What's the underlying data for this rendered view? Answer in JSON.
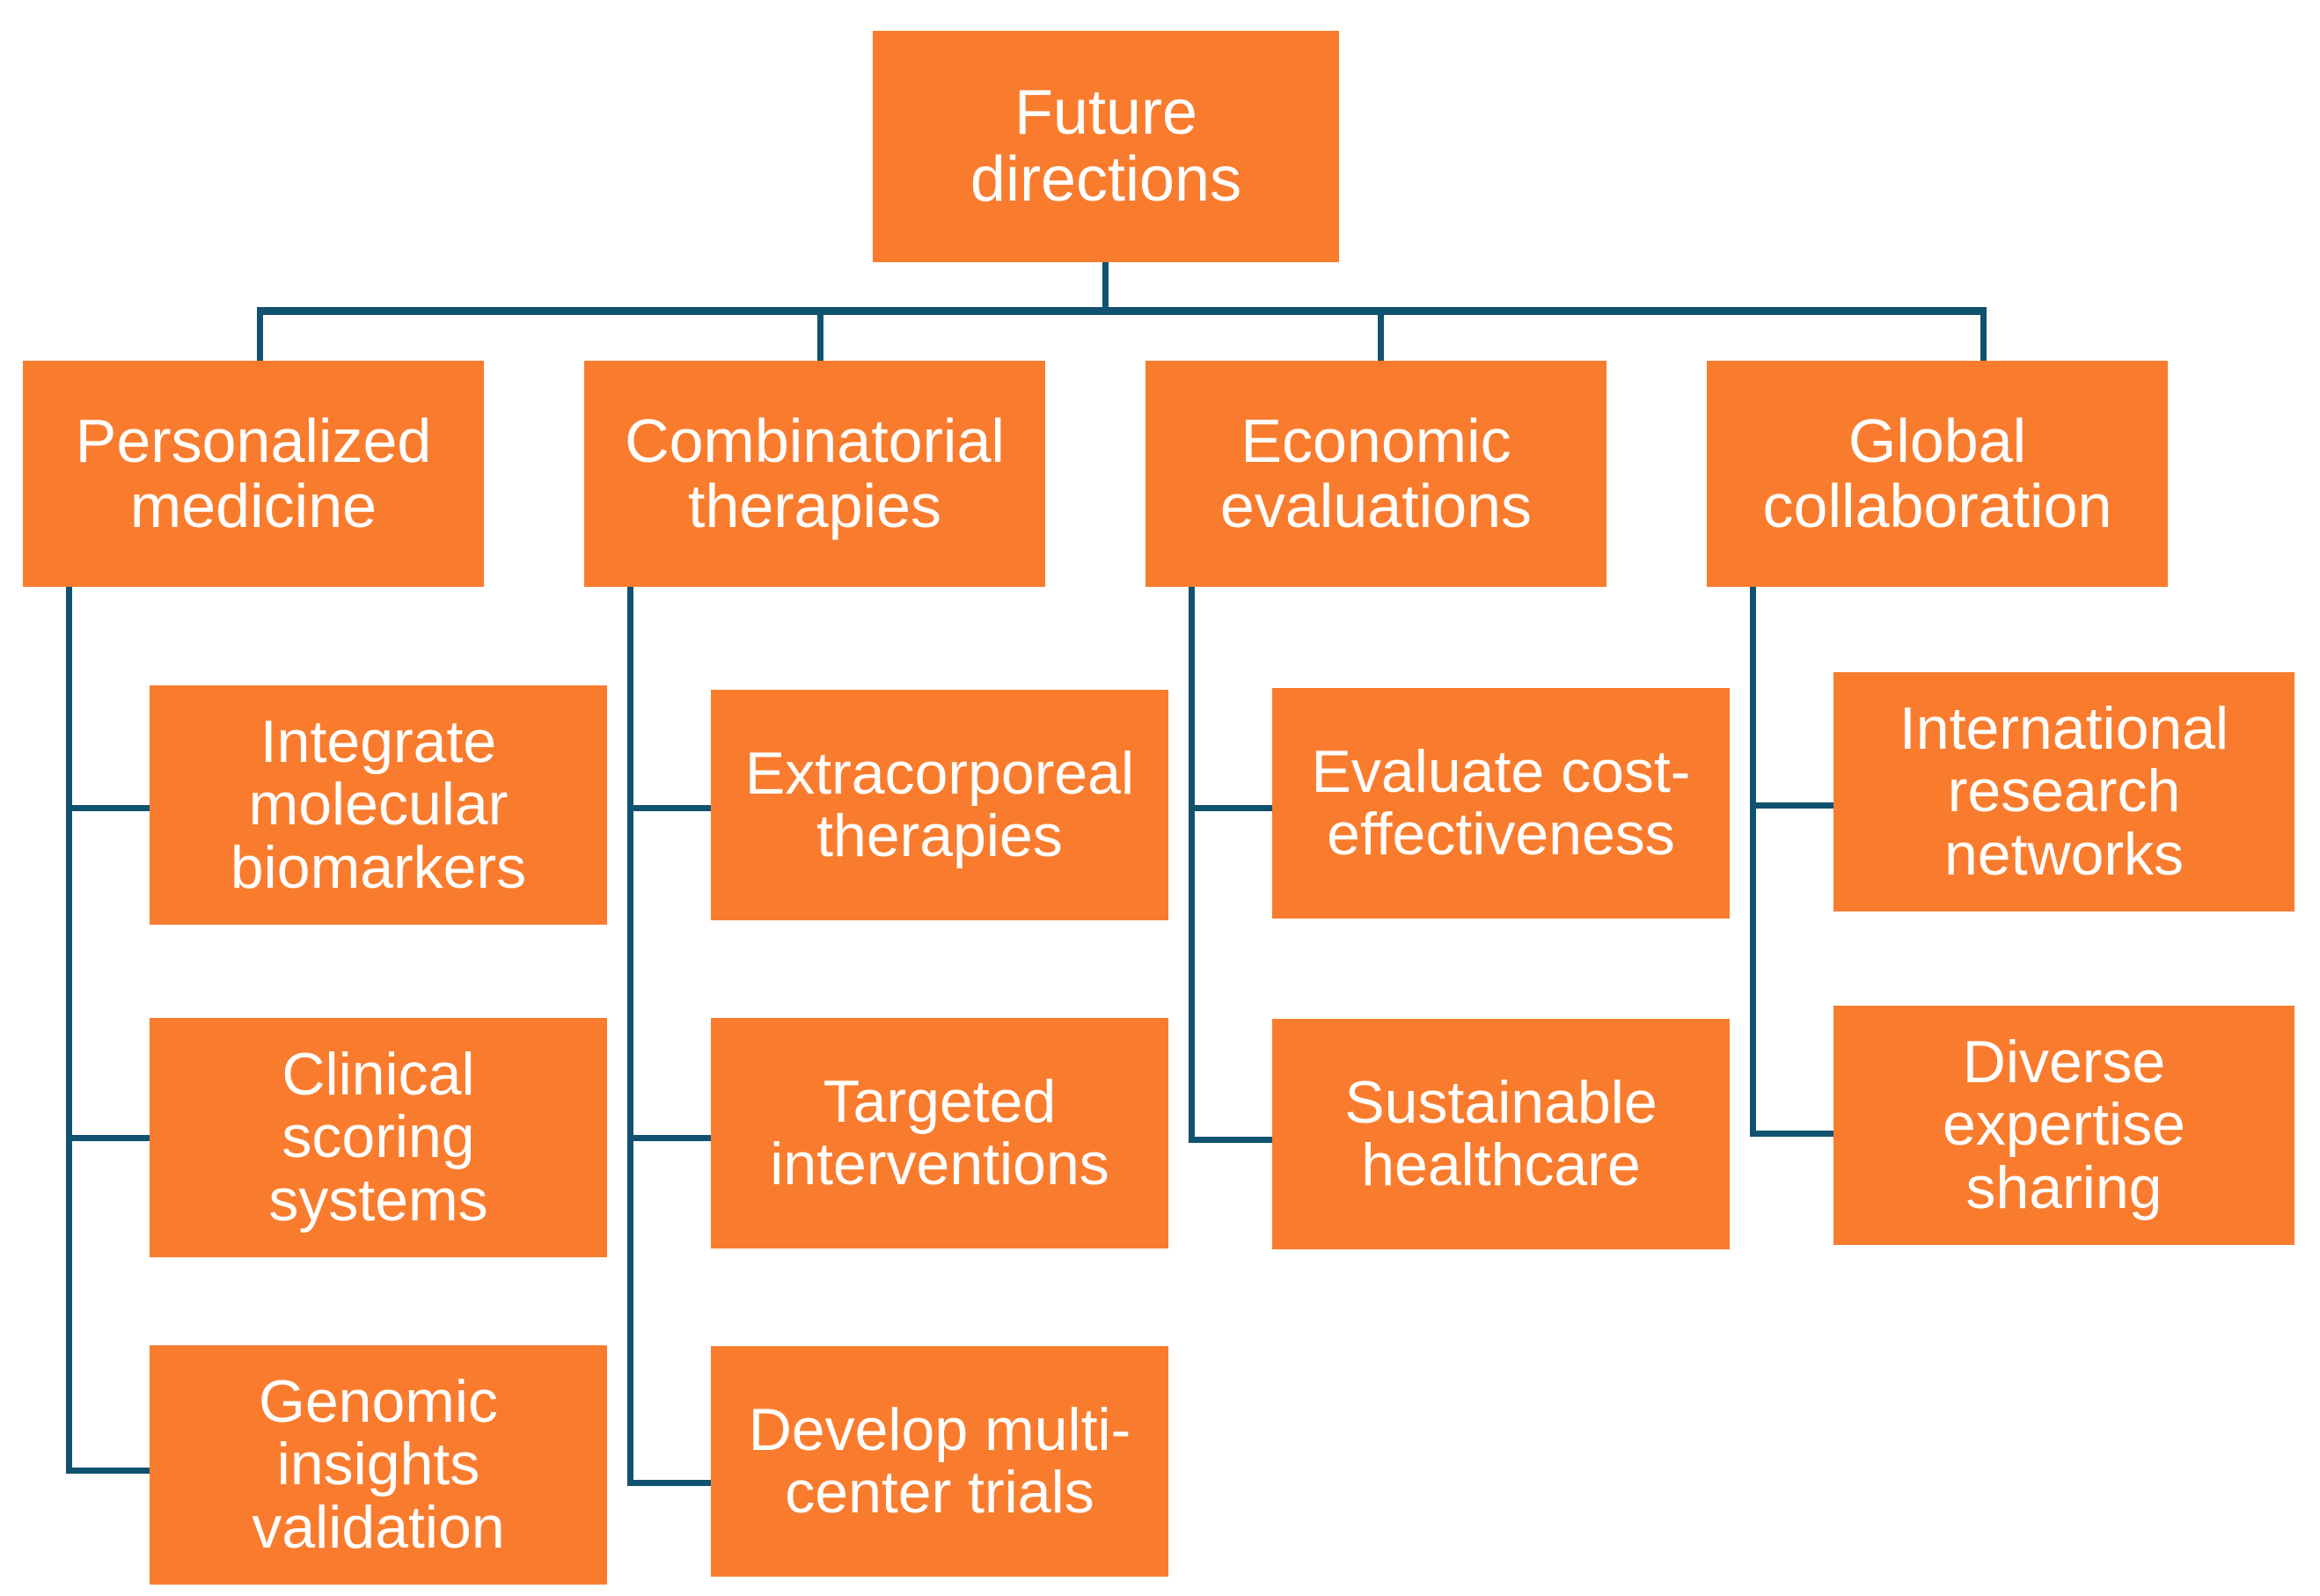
{
  "diagram": {
    "type": "hierarchy-tree",
    "title": "Future directions",
    "colors": {
      "node_fill": "#F97C2E",
      "node_text": "#FFFFFF",
      "connector": "#115270",
      "background": "#FFFFFF"
    },
    "root": {
      "label": "Future\ndirections"
    },
    "branches": [
      {
        "label": "Personalized\nmedicine",
        "children": [
          {
            "label": "Integrate\nmolecular\nbiomarkers"
          },
          {
            "label": "Clinical\nscoring\nsystems"
          },
          {
            "label": "Genomic\ninsights\nvalidation"
          }
        ]
      },
      {
        "label": "Combinatorial\ntherapies",
        "children": [
          {
            "label": "Extracorporeal\ntherapies"
          },
          {
            "label": "Targeted\ninterventions"
          },
          {
            "label": "Develop multi-\ncenter trials"
          }
        ]
      },
      {
        "label": "Economic\nevaluations",
        "children": [
          {
            "label": "Evaluate cost-\neffectiveness"
          },
          {
            "label": "Sustainable\nhealthcare"
          }
        ]
      },
      {
        "label": "Global\ncollaboration",
        "children": [
          {
            "label": "International\nresearch\nnetworks"
          },
          {
            "label": "Diverse\nexpertise\nsharing"
          }
        ]
      }
    ]
  }
}
